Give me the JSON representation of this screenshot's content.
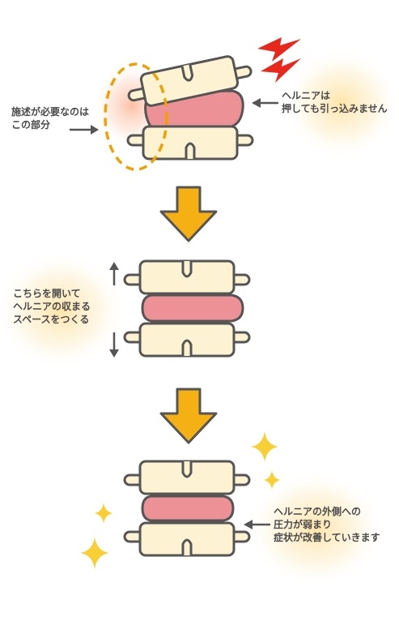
{
  "stage1": {
    "left_label": [
      "施述が必要なのは",
      "この部分"
    ],
    "right_label": [
      "ヘルニアは",
      "押しても引っ込みません"
    ]
  },
  "stage2": {
    "left_label": [
      "こちらを開いて",
      "ヘルニアの収まる",
      "スペースをつくる"
    ]
  },
  "stage3": {
    "right_label": [
      "ヘルニアの外側への",
      "圧力が弱まり",
      "症状が改善していきます"
    ]
  },
  "colors": {
    "bone_fill": "#fdf2d2",
    "outline": "#555555",
    "disc_fill": "#ec9196",
    "arrow_fill": "#f5b014",
    "lightning": "#e8281c",
    "dashed_highlight": "#f0a000",
    "sparkle": "#f8cf35",
    "glow": "#fde1a0"
  },
  "icons": [
    "right-arrow-icon",
    "left-arrow-icon",
    "up-arrow-icon",
    "down-arrow-icon",
    "lightning-icon",
    "sparkle-icon",
    "down-block-arrow-icon"
  ]
}
